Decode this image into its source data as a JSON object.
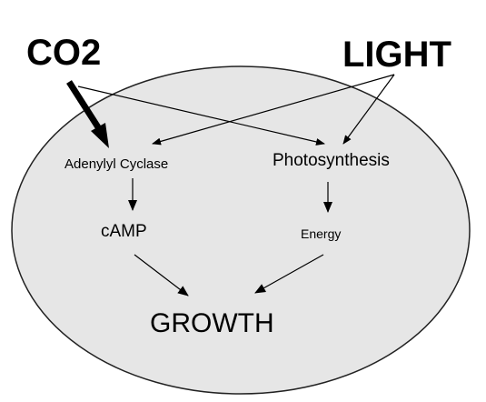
{
  "nodes": {
    "co2": "CO2",
    "light": "LIGHT",
    "adenylyl_cyclase": "Adenylyl Cyclase",
    "photosynthesis": "Photosynthesis",
    "camp": "cAMP",
    "energy": "Energy",
    "growth": "GROWTH"
  },
  "colors": {
    "cell_fill": "#e6e6e6",
    "cell_stroke": "#222222",
    "line": "#000000"
  }
}
